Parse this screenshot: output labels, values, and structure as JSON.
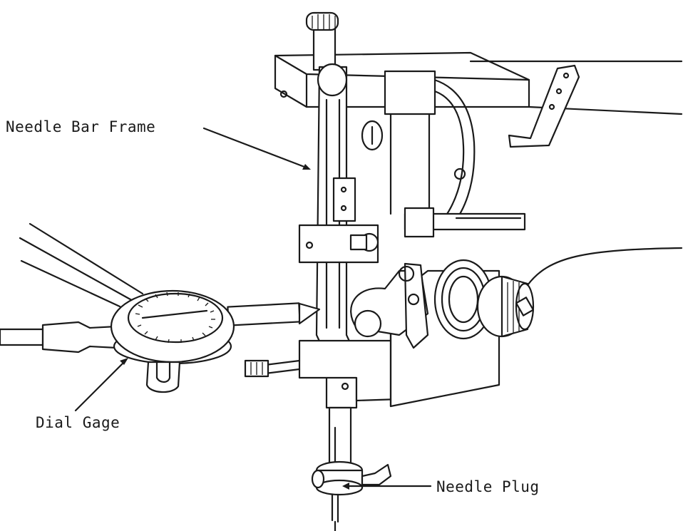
{
  "labels": {
    "needle_bar_frame": "Needle Bar Frame",
    "dial_gage": "Dial Gage",
    "needle_plug": "Needle Plug"
  },
  "colors": {
    "ink": "#1a1a1a",
    "paper": "#ffffff"
  }
}
